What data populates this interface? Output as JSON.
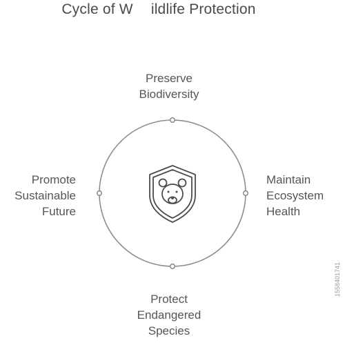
{
  "title": {
    "part1": "Cycle of W",
    "part2": "ildlife Protection"
  },
  "nodes": {
    "top": {
      "lines": [
        "Preserve",
        "Biodiversity"
      ]
    },
    "right": {
      "lines": [
        "Maintain",
        "Ecosystem",
        "Health"
      ]
    },
    "bottom": {
      "lines": [
        "Protect",
        "Endangered",
        "Species"
      ]
    },
    "left": {
      "lines": [
        "Promote",
        "Sustainable",
        "Future"
      ]
    }
  },
  "center_icon": "shield-bear-icon",
  "colors": {
    "ring": "#8c8c8c",
    "text": "#555555",
    "icon": "#4a4a4a"
  },
  "watermark": "1558401741"
}
